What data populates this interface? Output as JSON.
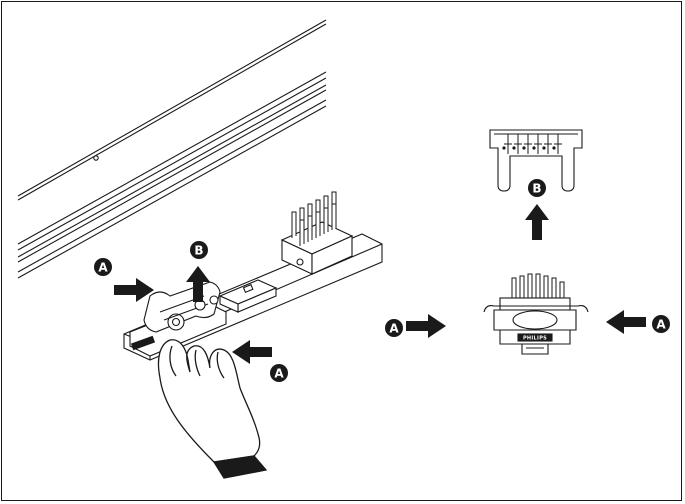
{
  "figure": {
    "callout_a": "A",
    "callout_b": "B",
    "brand_mark": "PHILIPS"
  },
  "colors": {
    "line": "#1a1a1a",
    "fill": "#ffffff",
    "callout": "#1a1a1a",
    "arrow": "#1a1a1a"
  }
}
